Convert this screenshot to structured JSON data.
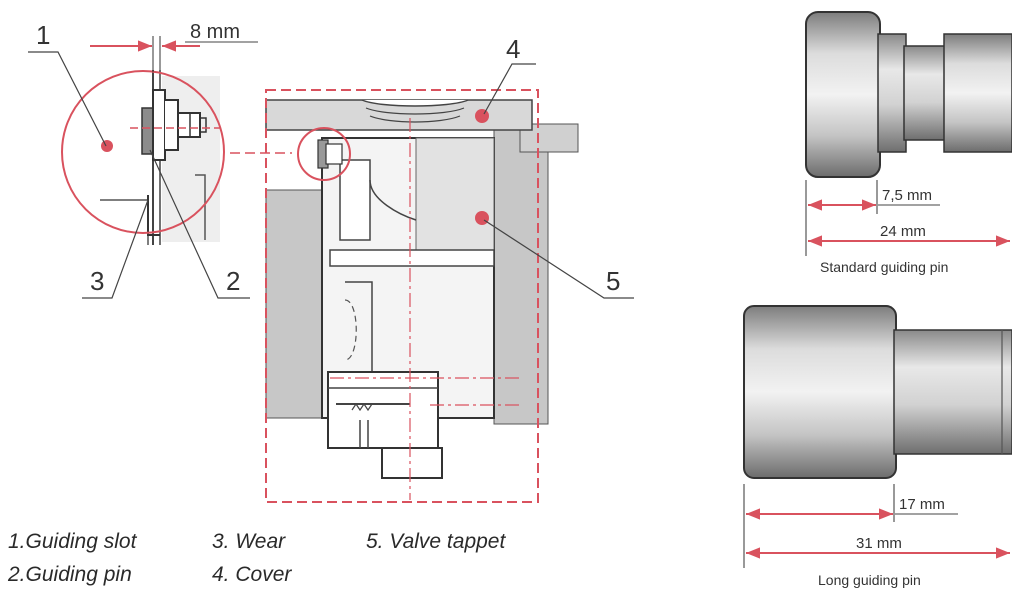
{
  "labels": {
    "one": "1",
    "two": "2",
    "three": "3",
    "four": "4",
    "five": "5"
  },
  "dims": {
    "slot_width": "8 mm",
    "std_short": "7,5 mm",
    "std_total": "24 mm",
    "long_short": "17 mm",
    "long_total": "31 mm"
  },
  "captions": {
    "standard_pin": "Standard guiding pin",
    "long_pin": "Long guiding pin"
  },
  "legend": {
    "item1": "1.Guiding slot",
    "item2": "2.Guiding pin",
    "item3": "3. Wear",
    "item4": "4. Cover",
    "item5": "5. Valve tappet"
  },
  "colors": {
    "accent": "#d9525e",
    "line": "#333333",
    "metal_light": "#e6e6e6",
    "metal_dark": "#7a7a7a"
  }
}
